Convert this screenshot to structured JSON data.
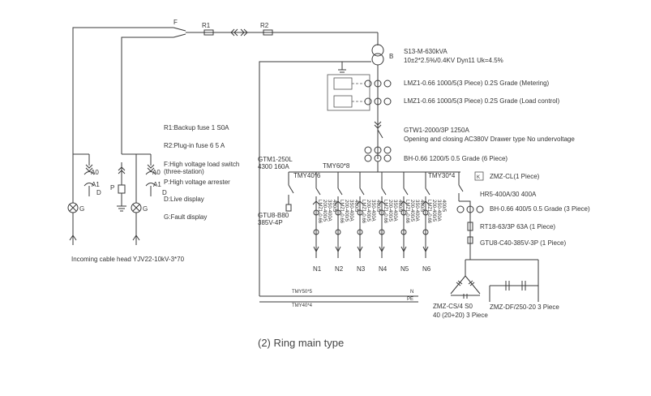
{
  "caption": "(2) Ring main type",
  "hv": {
    "switch_label": "F",
    "r1_label": "R1",
    "r2_label": "R2",
    "b_label": "B",
    "legend": [
      "R1:Backup fuse 1 S0A",
      "R2:Plug-in fuse 6 5 A",
      "F:High voltage load switch",
      "(three-station)",
      "P:High voltage arrester",
      "D:Live display",
      "G:Fault display"
    ],
    "left_labels": {
      "a0": "A0",
      "a1": "A1",
      "d": "D",
      "g": "G",
      "p": "P"
    },
    "cable_head": "Incoming cable head YJV22-10kV-3*70"
  },
  "transformer": {
    "model": "S13-M-630kVA",
    "spec": "10±2*2.5%/0.4KV Dyn11 Uk=4.5%"
  },
  "lv": {
    "ct_metering": "LMZ1-0.66  1000/5(3 Piece) 0.2S Grade (Metering)",
    "ct_load": "LMZ1-0.66  1000/5(3 Piece) 0.2S Grade (Load control)",
    "breaker_line1": "GTW1-2000/3P 1250A",
    "breaker_line2": "Opening and closing AC380V Drawer type No undervoltage",
    "ct_bh": "BH-0.66 1200/5 0.5 Grade (6 Piece)",
    "gtm": [
      "GTM1-250L",
      "4300 160A"
    ],
    "tmy60": "TMY60*8",
    "tmy40": "TMY40*6",
    "tmy30": "TMY30*4",
    "gtu8": [
      "GTU8-B80",
      "385V-4P"
    ],
    "feeders": [
      "N1",
      "N2",
      "N3",
      "N4",
      "N5",
      "N6"
    ],
    "feeder_spec": [
      "LMZ1-0.66",
      "200-400/5",
      "3S0-400A",
      "400/5"
    ],
    "zmz_cl": "ZMZ-CL(1 Piece)",
    "zmz_box": "K",
    "hr5": "HR5-400A/30 400A",
    "bh_cap": "BH-0.66 400/5 0.5 Grade (3 Piece)",
    "rt18": "RT18-63/3P 63A (1 Piece)",
    "gtu8_c40": "GTU8-C40-385V-3P (1 Piece)",
    "tmy50": "TMY50*5",
    "tmy40b": "TMY40*4",
    "n_label": "N",
    "pe_label": "PE",
    "zmz_cs": [
      "ZMZ-CS/4 S0",
      "40 (20+20) 3 Piece"
    ],
    "zmz_df": "ZMZ-DF/250-20 3 Piece"
  }
}
